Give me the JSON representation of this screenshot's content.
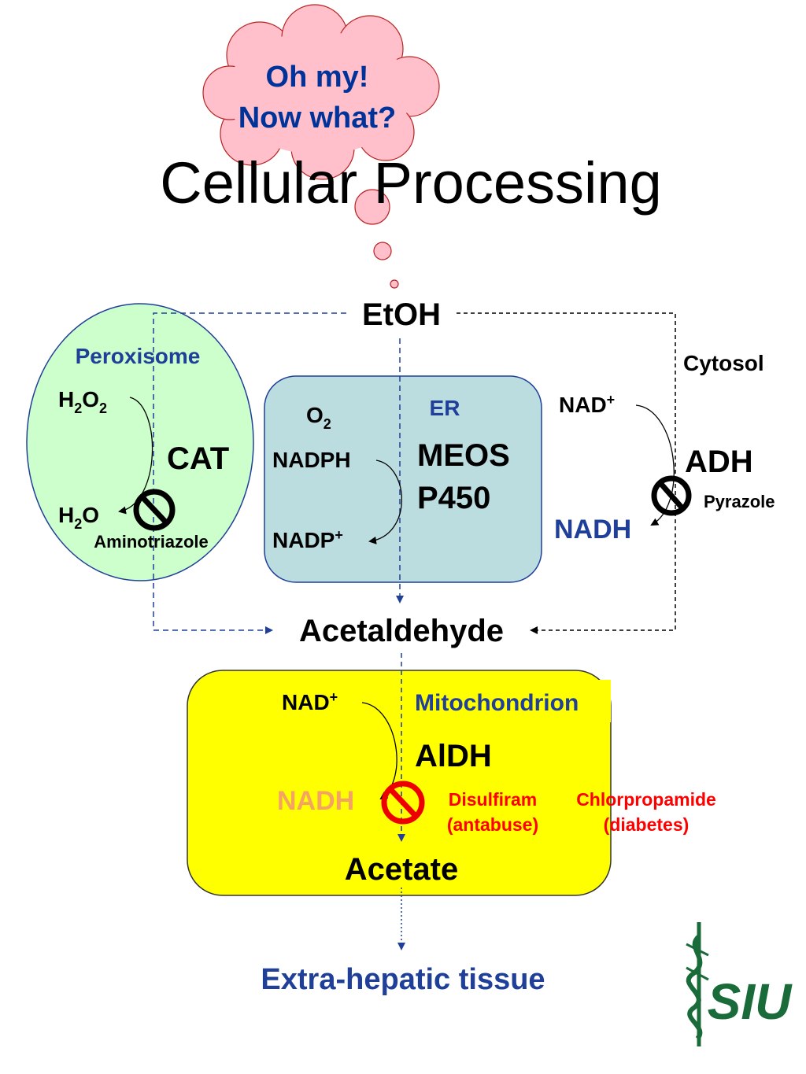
{
  "title": "Cellular Processing",
  "thought_bubble": {
    "line1": "Oh my!",
    "line2": "Now what?"
  },
  "substrate": "EtOH",
  "intermediate": "Acetaldehyde",
  "product": "Acetate",
  "destination": "Extra-hepatic tissue",
  "peroxisome": {
    "label": "Peroxisome",
    "reactant": {
      "base": "H",
      "sub1": "2",
      "mid": "O",
      "sub2": "2"
    },
    "product": {
      "base": "H",
      "sub1": "2",
      "mid": "O"
    },
    "enzyme": "CAT",
    "inhibitor": "Aminotriazole"
  },
  "er": {
    "label": "ER",
    "oxygen": {
      "base": "O",
      "sub": "2"
    },
    "cofactor_in": "NADPH",
    "cofactor_out": {
      "base": "NADP",
      "sup": "+"
    },
    "enzyme_line1": "MEOS",
    "enzyme_line2": "P450"
  },
  "cytosol": {
    "label": "Cytosol",
    "cofactor_in": {
      "base": "NAD",
      "sup": "+"
    },
    "enzyme": "ADH",
    "cofactor_out": "NADH",
    "inhibitor": "Pyrazole"
  },
  "mitochondrion": {
    "label": "Mitochondrion",
    "cofactor_in": {
      "base": "NAD",
      "sup": "+"
    },
    "enzyme": "AlDH",
    "cofactor_out": "NADH",
    "inhibitor1_line1": "Disulfiram",
    "inhibitor1_line2": "(antabuse)",
    "inhibitor2_line1": "Chlorpropamide",
    "inhibitor2_line2": "(diabetes)"
  },
  "logo": "SIU",
  "colors": {
    "peroxisome_fill": "#ccffcc",
    "er_fill": "#bcdde0",
    "mito_fill": "#ffff00",
    "bubble_fill": "#ffc0cb",
    "blue_text": "#003399",
    "red_text": "#ff0000",
    "nadh_orange": "#f4a460",
    "logo_green": "#1a6b3a"
  },
  "icons": [
    "no-symbol-icon",
    "siu-logo-icon"
  ]
}
